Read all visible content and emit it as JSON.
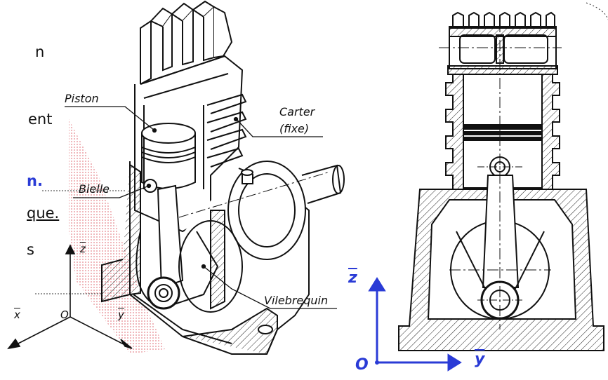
{
  "side_text": {
    "frag_1": "n",
    "frag_2": "ent",
    "frag_3": "n.",
    "frag_4": "que.",
    "frag_5": "s"
  },
  "labels": {
    "piston": "Piston",
    "carter": "Carter",
    "carter_sub": "(fixe)",
    "bielle": "Bielle",
    "vilebrequin": "Vilebrequin"
  },
  "axes_3d": {
    "x": "x",
    "y": "y",
    "z": "z",
    "origin": "O"
  },
  "axes_2d": {
    "y": "y",
    "z": "z",
    "origin": "O",
    "color": "#2a3bd6"
  },
  "colors": {
    "ink": "#111111",
    "section_plane": "#e8a0a8",
    "accent_blue": "#2a3bd6"
  }
}
